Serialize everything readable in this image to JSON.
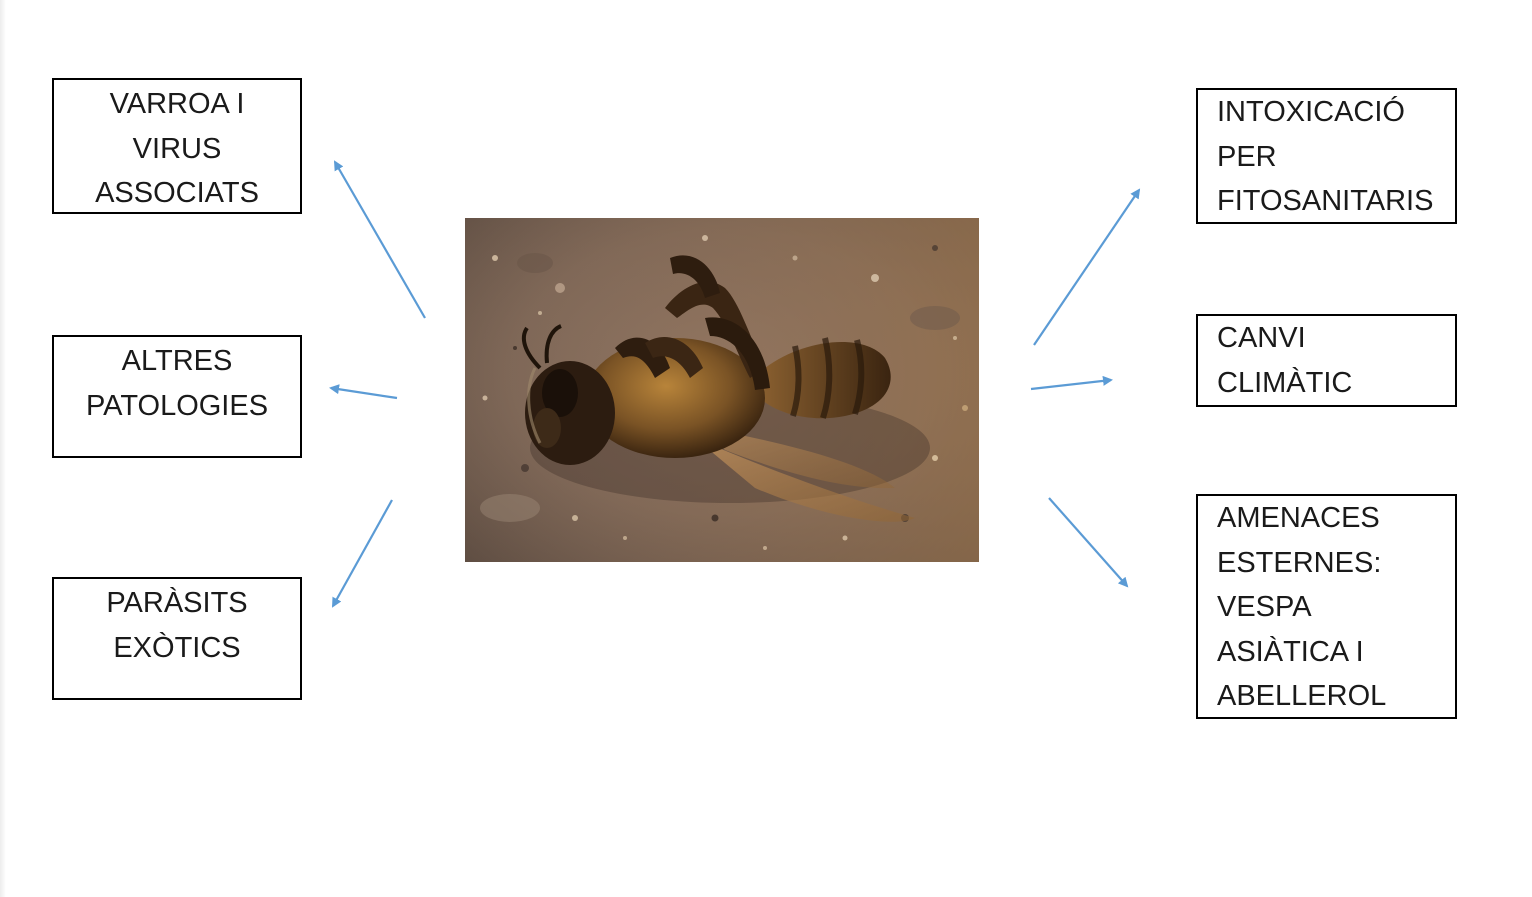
{
  "boxes": {
    "varroa": {
      "lines": [
        "VARROA I",
        "VIRUS",
        "ASSOCIATS"
      ]
    },
    "altres": {
      "lines": [
        "ALTRES",
        "PATOLOGIES"
      ]
    },
    "parasits": {
      "lines": [
        "PARÀSITS",
        "EXÒTICS"
      ]
    },
    "intox": {
      "lines": [
        "INTOXICACIÓ",
        "PER",
        "FITOSANITARIS"
      ]
    },
    "canvi": {
      "lines": [
        "CANVI",
        "CLIMÀTIC"
      ]
    },
    "amen": {
      "lines": [
        "AMENACES",
        "ESTERNES:",
        "VESPA",
        "ASIÀTICA I",
        "ABELLEROL"
      ]
    }
  },
  "colors": {
    "arrow": "#5b9bd5",
    "box_border": "#000000",
    "text": "#1a1a1a"
  }
}
